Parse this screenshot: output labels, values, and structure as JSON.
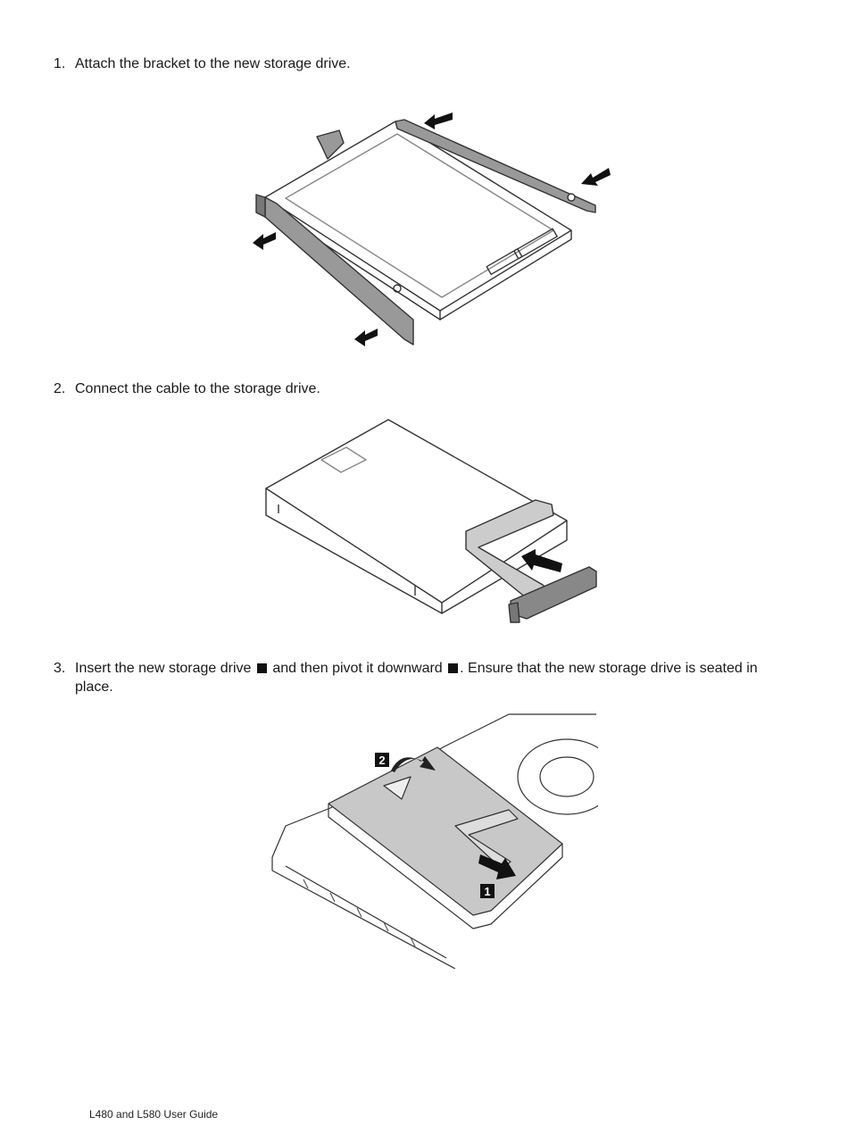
{
  "steps": [
    {
      "number": "1.",
      "text": "Attach the bracket to the new storage drive."
    },
    {
      "number": "2.",
      "text": "Connect the cable to the storage drive."
    },
    {
      "number": "3.",
      "text_part1": "Insert the new storage drive",
      "callout1": "1",
      "text_part2": "and then pivot it downward",
      "callout2": "2",
      "text_part3": ". Ensure that the new storage drive is seated in place."
    }
  ],
  "figures": {
    "fig3_callout1": "1",
    "fig3_callout2": "2"
  },
  "footer": {
    "text": "L480 and L580 User Guide"
  }
}
